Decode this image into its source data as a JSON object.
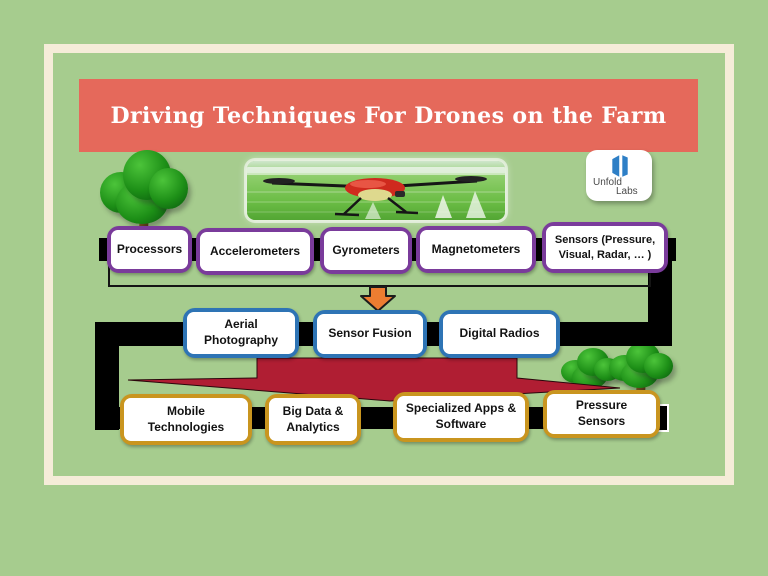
{
  "title": "Driving Techniques For Drones on the Farm",
  "logo": {
    "name_top": "Unfold",
    "name_bottom": "Labs"
  },
  "palette": {
    "background": "#a6cc8e",
    "frame": "#f5ecd8",
    "banner": "#e5695b",
    "banner_text": "#ffffff",
    "row1_border": "#7a3b9b",
    "row2_border": "#2e74b5",
    "row3_border": "#c9951f",
    "connector_black": "#000000",
    "funnel_red": "#b01e33",
    "arrow_orange": "#ed7d31",
    "logo_blue": "#2e7fc6"
  },
  "icons": {
    "tree_left": "tree-icon",
    "trees_right": "tree-icon",
    "drone": "drone-spraying-field-photo",
    "down_arrow": "orange-down-arrow-icon",
    "funnel": "red-funnel-arrow"
  },
  "row1": {
    "items": [
      {
        "label": "Processors"
      },
      {
        "label": "Accelerometers"
      },
      {
        "label": "Gyrometers"
      },
      {
        "label": "Magnetometers"
      },
      {
        "label": "Sensors (Pressure,\nVisual, Radar, … )"
      }
    ]
  },
  "row2": {
    "items": [
      {
        "label": "Aerial\nPhotography"
      },
      {
        "label": "Sensor Fusion"
      },
      {
        "label": "Digital Radios"
      }
    ]
  },
  "row3": {
    "items": [
      {
        "label": "Mobile\nTechnologies"
      },
      {
        "label": "Big Data &\nAnalytics"
      },
      {
        "label": "Specialized Apps &\nSoftware"
      },
      {
        "label": "Pressure\nSensors"
      }
    ]
  }
}
